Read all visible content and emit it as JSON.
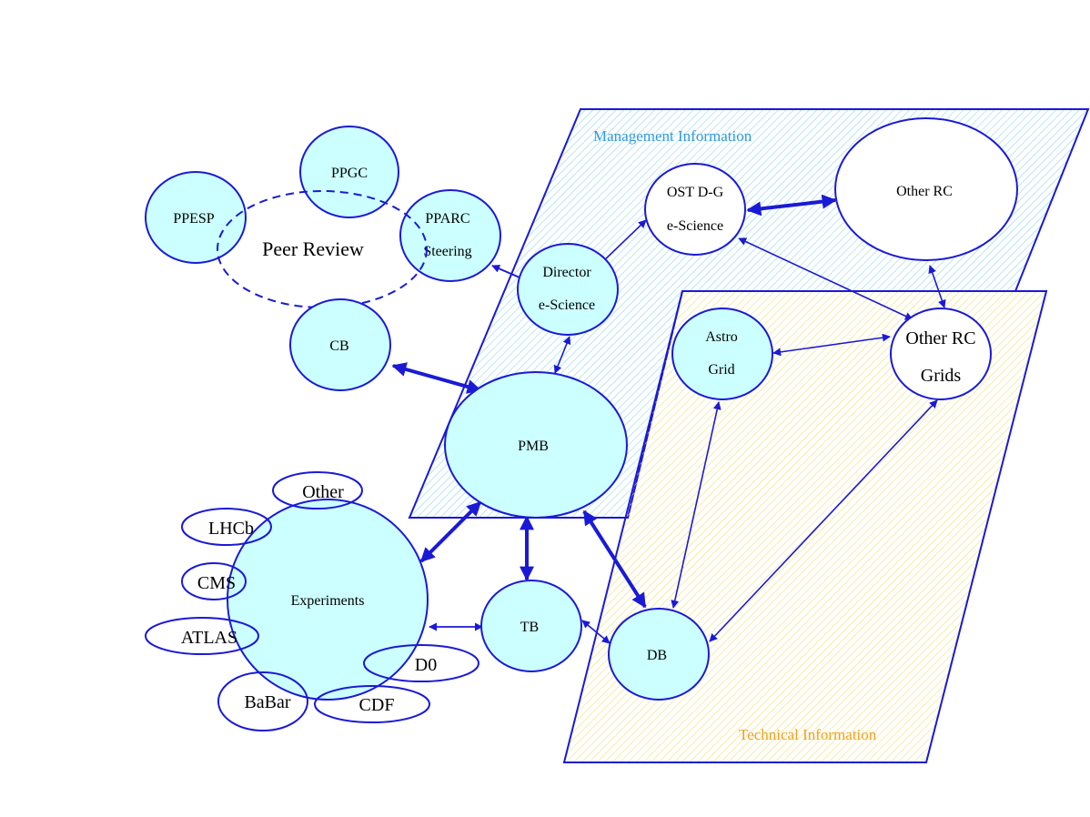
{
  "colors": {
    "node_fill": "#ccffff",
    "node_stroke": "#1a1ad6",
    "edge": "#1a1ad6",
    "management_hatch": "#8fd8e8",
    "management_label": "#3399dd",
    "technical_hatch": "#f0e070",
    "technical_label": "#f0a020"
  },
  "regions": {
    "management": {
      "label": "Management Information"
    },
    "technical": {
      "label": "Technical Information"
    }
  },
  "nodes": {
    "ppgc": {
      "label": "PPGC"
    },
    "ppesp": {
      "label": "PPESP"
    },
    "pparc": {
      "line1": "PPARC",
      "line2": "Steering"
    },
    "peer_review": {
      "label": "Peer Review"
    },
    "cb": {
      "label": "CB"
    },
    "director": {
      "line1": "Director",
      "line2": "e-Science"
    },
    "ost": {
      "line1": "OST D-G",
      "line2": "e-Science"
    },
    "other_rc": {
      "label": "Other RC"
    },
    "other_rc_grids": {
      "line1": "Other RC",
      "line2": "Grids"
    },
    "astrogrid": {
      "line1": "Astro",
      "line2": "Grid"
    },
    "pmb": {
      "label": "PMB"
    },
    "experiments": {
      "label": "Experiments"
    },
    "other": {
      "label": "Other"
    },
    "lhcb": {
      "label": "LHCb"
    },
    "cms": {
      "label": "CMS"
    },
    "atlas": {
      "label": "ATLAS"
    },
    "babar": {
      "label": "BaBar"
    },
    "cdf": {
      "label": "CDF"
    },
    "d0": {
      "label": "D0"
    },
    "tb": {
      "label": "TB"
    },
    "db": {
      "label": "DB"
    }
  }
}
